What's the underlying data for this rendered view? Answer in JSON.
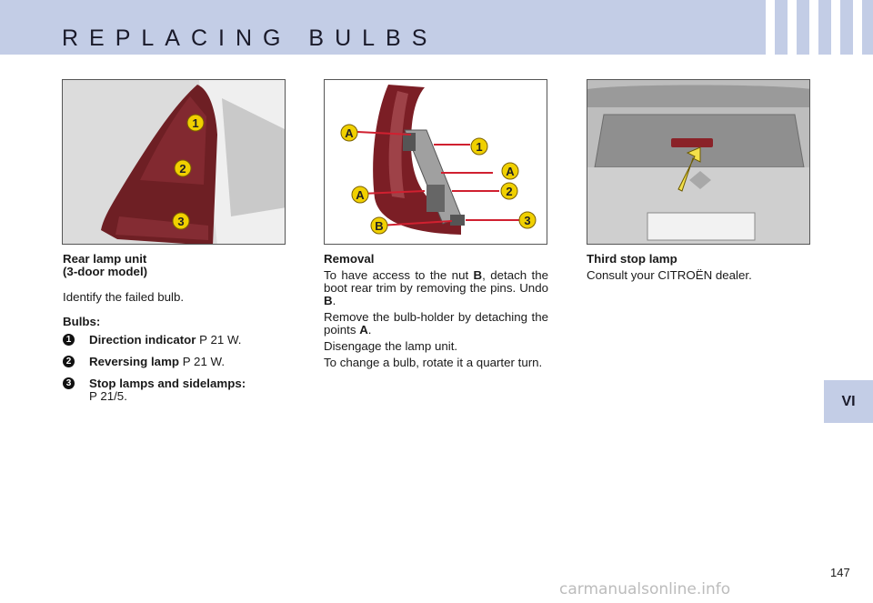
{
  "header": {
    "title": "REPLACING BULBS"
  },
  "side_tab": {
    "label": "VI"
  },
  "page_number": "147",
  "watermark": "carmanualsonline.info",
  "photo1": {
    "markers": [
      "1",
      "2",
      "3"
    ]
  },
  "photo2": {
    "markers": [
      "A",
      "1",
      "A",
      "2",
      "A",
      "3",
      "B"
    ]
  },
  "col1": {
    "title_line1": "Rear lamp unit",
    "title_line2": "(3-door model)",
    "intro": "Identify the failed bulb.",
    "bulbs_heading": "Bulbs:",
    "bulbs": [
      {
        "num": "1",
        "name": "Direction indicator",
        "spec": " P 21 W."
      },
      {
        "num": "2",
        "name": "Reversing lamp",
        "spec": " P 21 W."
      },
      {
        "num": "3",
        "name": "Stop lamps and sidelamps:",
        "spec": "P 21/5."
      }
    ]
  },
  "col2": {
    "title": "Removal",
    "p1_a": "To have access to the nut ",
    "p1_b": "B",
    "p1_c": ", detach the boot rear trim by removing the pins. Undo ",
    "p1_d": "B",
    "p1_e": ".",
    "p2_a": "Remove the bulb-holder by detaching the points ",
    "p2_b": "A",
    "p2_c": ".",
    "p3": "Disengage the lamp unit.",
    "p4": "To change a bulb, rotate it a quarter turn."
  },
  "col3": {
    "title": "Third stop lamp",
    "text": "Consult your CITROËN dealer."
  }
}
